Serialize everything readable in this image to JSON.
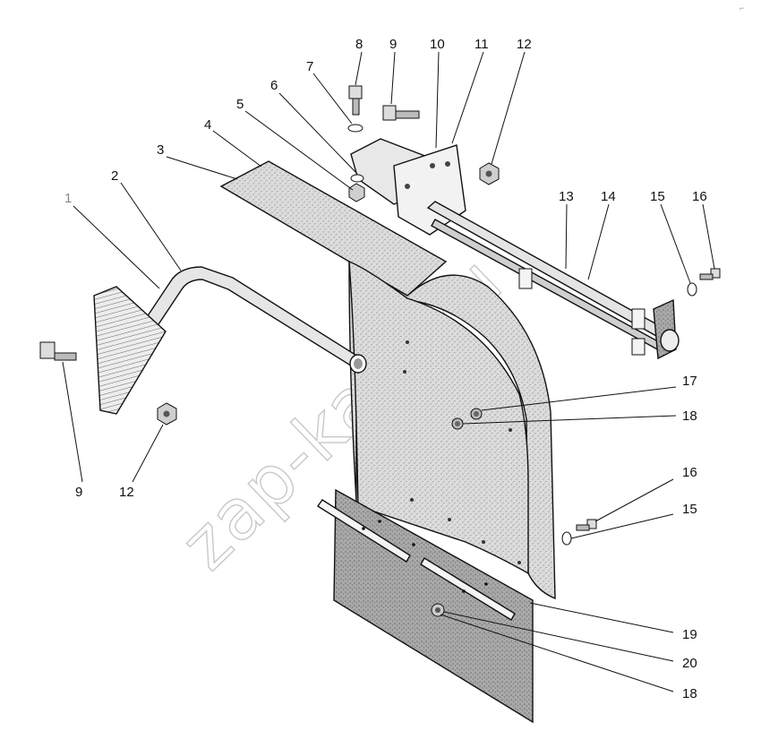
{
  "watermark": "zap-kam.ru",
  "corner_mark": "⌐",
  "callouts": [
    {
      "id": "c1",
      "label": "1"
    },
    {
      "id": "c2",
      "label": "2"
    },
    {
      "id": "c3",
      "label": "3"
    },
    {
      "id": "c4",
      "label": "4"
    },
    {
      "id": "c5",
      "label": "5"
    },
    {
      "id": "c6",
      "label": "6"
    },
    {
      "id": "c7",
      "label": "7"
    },
    {
      "id": "c8",
      "label": "8"
    },
    {
      "id": "c9a",
      "label": "9"
    },
    {
      "id": "c10",
      "label": "10"
    },
    {
      "id": "c11",
      "label": "11"
    },
    {
      "id": "c12a",
      "label": "12"
    },
    {
      "id": "c13",
      "label": "13"
    },
    {
      "id": "c14",
      "label": "14"
    },
    {
      "id": "c15a",
      "label": "15"
    },
    {
      "id": "c16a",
      "label": "16"
    },
    {
      "id": "c17",
      "label": "17"
    },
    {
      "id": "c18a",
      "label": "18"
    },
    {
      "id": "c9b",
      "label": "9"
    },
    {
      "id": "c12b",
      "label": "12"
    },
    {
      "id": "c16b",
      "label": "16"
    },
    {
      "id": "c15b",
      "label": "15"
    },
    {
      "id": "c19",
      "label": "19"
    },
    {
      "id": "c20",
      "label": "20"
    },
    {
      "id": "c18b",
      "label": "18"
    }
  ]
}
